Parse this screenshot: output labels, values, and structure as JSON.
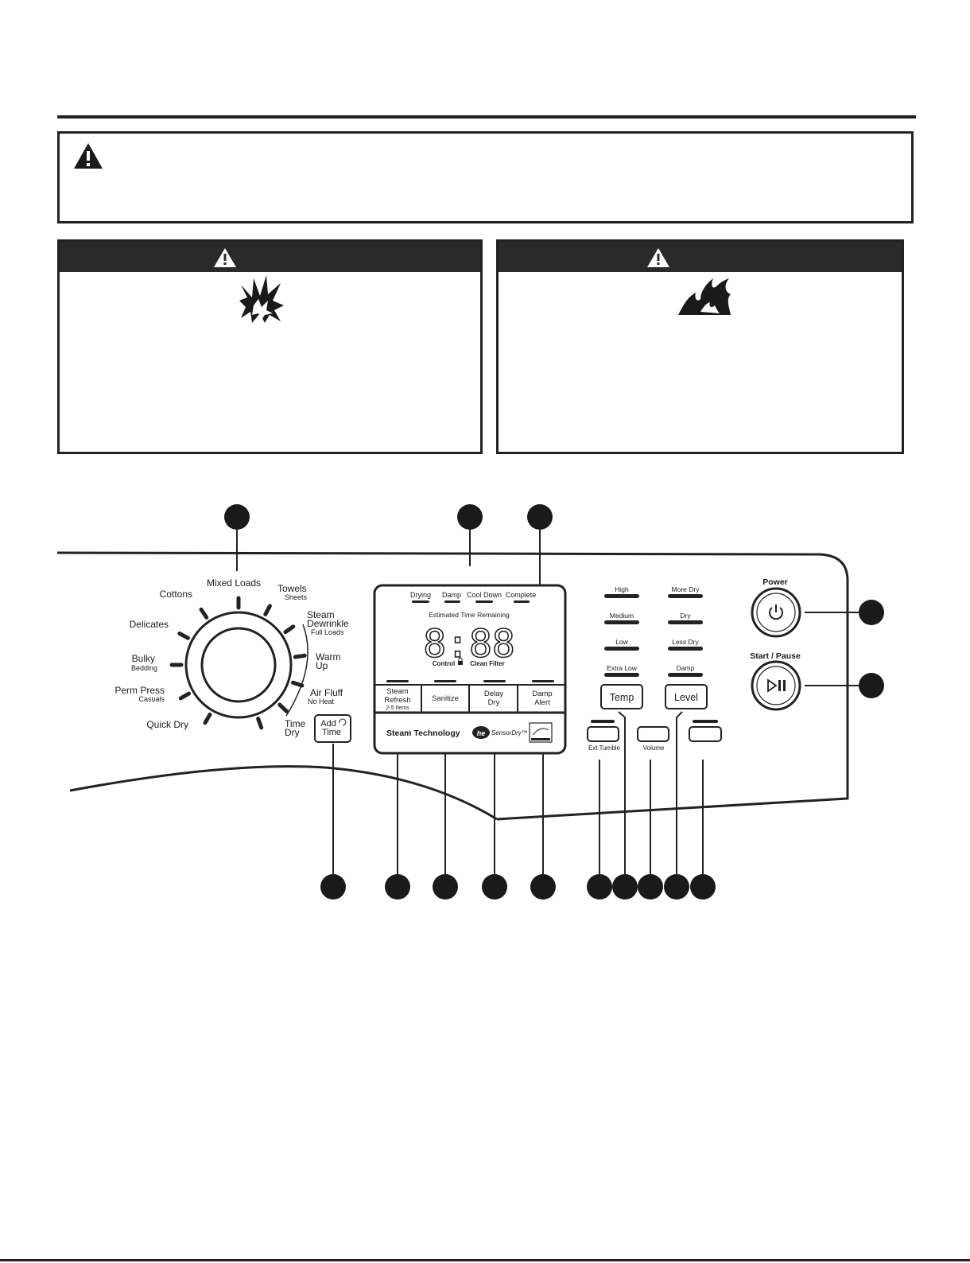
{
  "cycles": {
    "mixed_loads": "Mixed Loads",
    "cottons": "Cottons",
    "towels": "Towels",
    "sheets": "Sheets",
    "delicates": "Delicates",
    "steam": "Steam",
    "dewrinkle": "Dewrinkle",
    "full_loads": "Full Loads",
    "bulky": "Bulky",
    "bedding": "Bedding",
    "warm": "Warm",
    "up": "Up",
    "perm_press": "Perm Press",
    "casuals": "Casuals",
    "air_fluff": "Air Fluff",
    "no_heat": "No Heat",
    "quick_dry": "Quick Dry",
    "time": "Time",
    "dry": "Dry"
  },
  "add_time": {
    "line1": "Add",
    "line2": "Time"
  },
  "display": {
    "status": [
      "Drying",
      "Damp",
      "Cool Down",
      "Complete"
    ],
    "estimated": "Estimated Time Remaining",
    "digits": "8:88",
    "control": "Control",
    "clean_filter": "Clean Filter"
  },
  "options": {
    "steam_refresh_1": "Steam",
    "steam_refresh_2": "Refresh",
    "steam_refresh_3": "2-5 Items",
    "sanitize": "Sanitize",
    "delay_1": "Delay",
    "delay_2": "Dry",
    "damp_1": "Damp",
    "damp_2": "Alert"
  },
  "branding": {
    "steam_tech": "Steam Technology",
    "sensordry": "SensorDry™"
  },
  "temp": {
    "levels": [
      "High",
      "Medium",
      "Low",
      "Extra Low"
    ],
    "button": "Temp"
  },
  "level": {
    "levels": [
      "More Dry",
      "Dry",
      "Less Dry",
      "Damp"
    ],
    "button": "Level"
  },
  "extras": {
    "ext_tumble": "Ext Tumble",
    "volume": "Volume"
  },
  "power": {
    "label": "Power"
  },
  "start": {
    "label": "Start / Pause"
  }
}
